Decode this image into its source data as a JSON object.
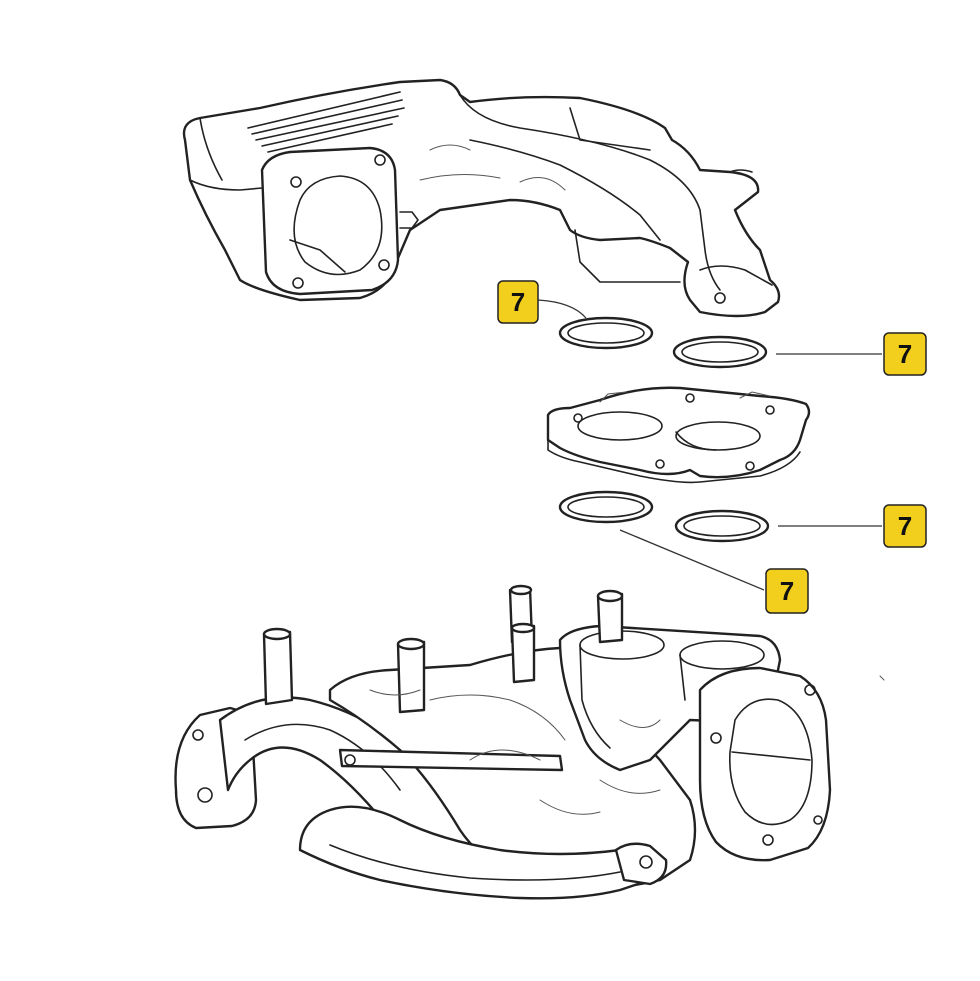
{
  "colors": {
    "callout_fill": "#f2cf1c",
    "line": "#222222",
    "background": "#ffffff"
  },
  "callouts": [
    {
      "part_number": "7",
      "target": "upper-left-gasket"
    },
    {
      "part_number": "7",
      "target": "upper-right-gasket"
    },
    {
      "part_number": "7",
      "target": "lower-right-gasket"
    },
    {
      "part_number": "7",
      "target": "lower-left-gasket"
    }
  ]
}
